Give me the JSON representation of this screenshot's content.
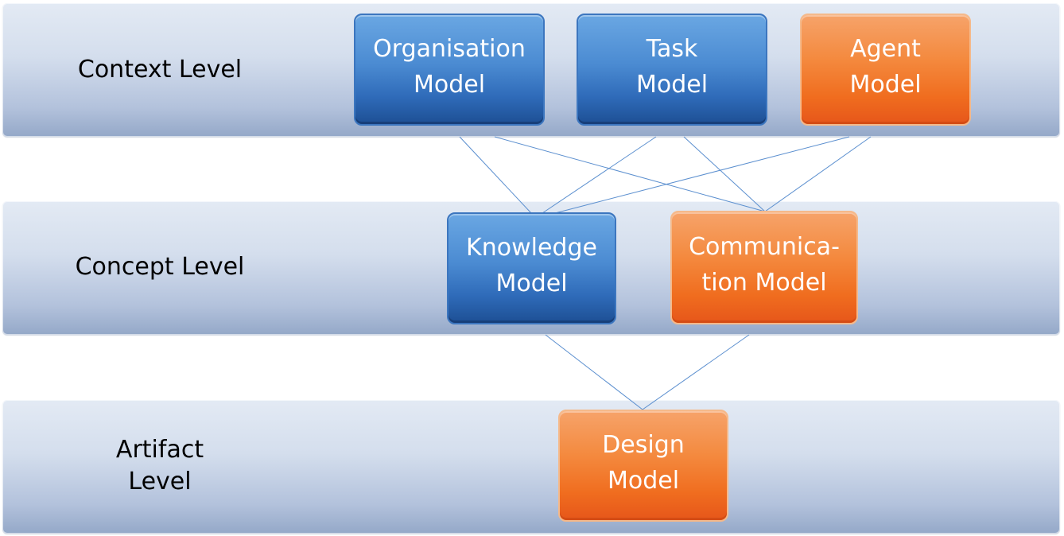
{
  "levels": {
    "context": "Context Level",
    "concept": "Concept Level",
    "artifact_line1": "Artifact",
    "artifact_line2": "Level"
  },
  "models": {
    "organisation": {
      "line1": "Organisation",
      "line2": "Model",
      "color": "blue"
    },
    "task": {
      "line1": "Task",
      "line2": "Model",
      "color": "blue"
    },
    "agent": {
      "line1": "Agent",
      "line2": "Model",
      "color": "orange"
    },
    "knowledge": {
      "line1": "Knowledge",
      "line2": "Model",
      "color": "blue"
    },
    "communication": {
      "line1": "Communica-",
      "line2": "tion Model",
      "color": "orange"
    },
    "design": {
      "line1": "Design",
      "line2": "Model",
      "color": "orange"
    }
  },
  "colors": {
    "blue_box": "#2f6bb9",
    "orange_box": "#f06d1f",
    "connector": "#5b8fcf",
    "band": "#c9d5e8"
  },
  "connections": [
    [
      "organisation",
      "knowledge"
    ],
    [
      "organisation",
      "communication"
    ],
    [
      "task",
      "knowledge"
    ],
    [
      "task",
      "communication"
    ],
    [
      "agent",
      "knowledge"
    ],
    [
      "agent",
      "communication"
    ],
    [
      "knowledge",
      "design"
    ],
    [
      "communication",
      "design"
    ]
  ]
}
